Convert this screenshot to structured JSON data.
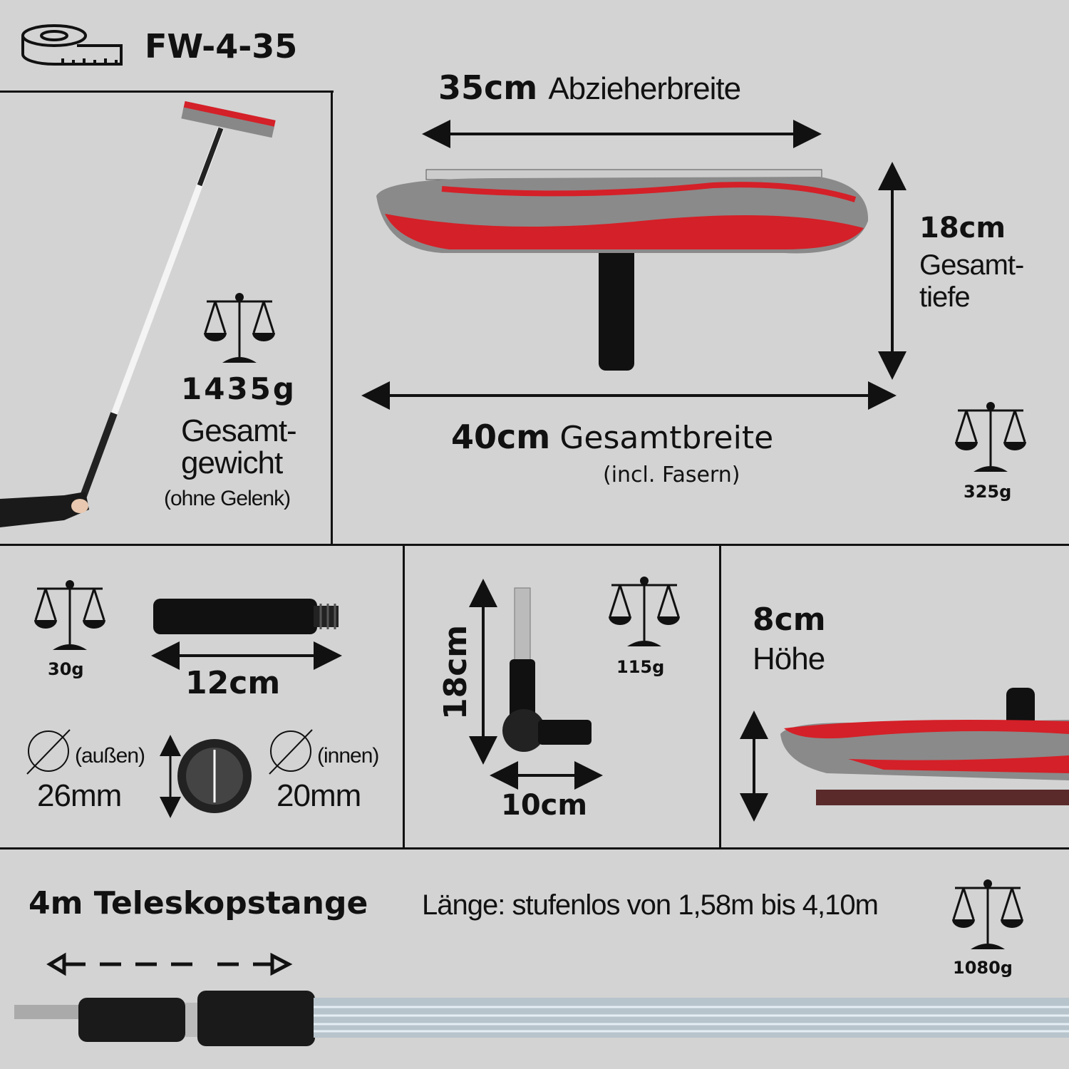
{
  "header": {
    "model": "FW-4-35",
    "icon": "measuring-tape-icon"
  },
  "pole_panel": {
    "weight": "1435g",
    "label_line1": "Gesamt-",
    "label_line2": "gewicht",
    "note": "(ohne Gelenk)"
  },
  "squeegee_panel": {
    "blade_width_value": "35cm",
    "blade_width_label": "Abzieherbreite",
    "depth_value": "18cm",
    "depth_label_line1": "Gesamt-",
    "depth_label_line2": "tiefe",
    "total_width_value": "40cm",
    "total_width_label": "Gesamtbreite",
    "total_width_note": "(incl. Fasern)",
    "weight": "325g"
  },
  "adapter_panel": {
    "weight": "30g",
    "length": "12cm",
    "outer_label": "(außen)",
    "outer_value": "26mm",
    "inner_label": "(innen)",
    "inner_value": "20mm"
  },
  "joint_panel": {
    "height": "18cm",
    "weight": "115g",
    "width": "10cm"
  },
  "height_panel": {
    "value": "8cm",
    "label": "Höhe"
  },
  "pole_footer": {
    "title": "4m Teleskopstange",
    "length_text": "Länge: stufenlos von 1,58m bis 4,10m",
    "weight": "1080g"
  },
  "colors": {
    "background": "#d3d3d3",
    "fiber_red": "#d42028",
    "fiber_grey": "#8a8a8a"
  }
}
